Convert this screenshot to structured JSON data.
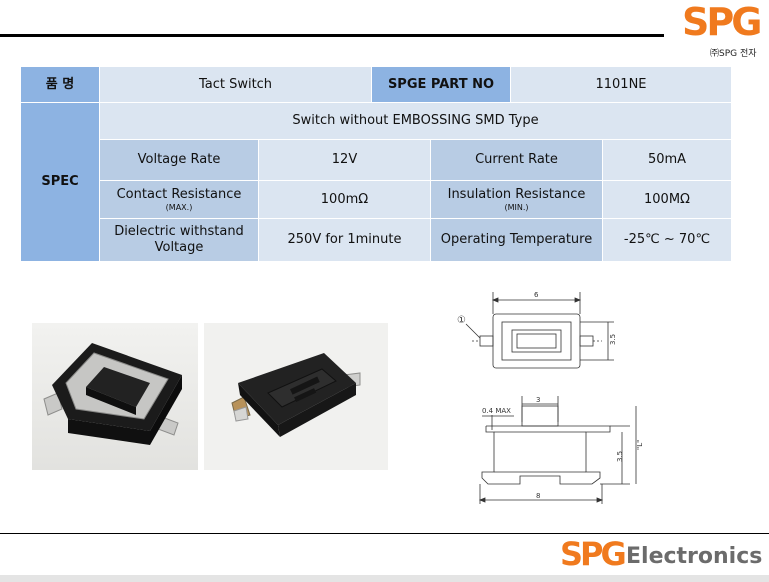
{
  "brand": {
    "logo_mark": "SPG",
    "logo_sub": "㈜SPG 전자",
    "footer_mark": "SPG",
    "footer_word": "Electronics"
  },
  "table": {
    "name_header": "품 명",
    "product_name": "Tact Switch",
    "part_no_header": "SPGE PART NO",
    "part_no": "1101NE",
    "spec_header": "SPEC",
    "description": "Switch without EMBOSSING SMD Type",
    "voltage_rate_label": "Voltage Rate",
    "voltage_rate_value": "12V",
    "current_rate_label": "Current Rate",
    "current_rate_value": "50mA",
    "contact_resistance_label": "Contact Resistance",
    "contact_resistance_note": "(MAX.)",
    "contact_resistance_value": "100mΩ",
    "insulation_resistance_label": "Insulation Resistance",
    "insulation_resistance_note": "(MIN.)",
    "insulation_resistance_value": "100MΩ",
    "dielectric_label": "Dielectric withstand Voltage",
    "dielectric_value": "250V for 1minute",
    "operating_temp_label": "Operating Temperature",
    "operating_temp_value": "-25℃ ~ 70℃"
  },
  "drawing": {
    "top_width": "6",
    "top_height": "3.5",
    "marker": "①",
    "side_max": "0.4 MAX",
    "side_top": "3",
    "side_height": "3.5",
    "side_l": "\"L\"",
    "side_width": "8"
  },
  "colors": {
    "header_blue": "#8db3e2",
    "label_blue": "#b8cce4",
    "value_blue": "#dbe5f1",
    "brand_orange": "#f07a1e"
  }
}
